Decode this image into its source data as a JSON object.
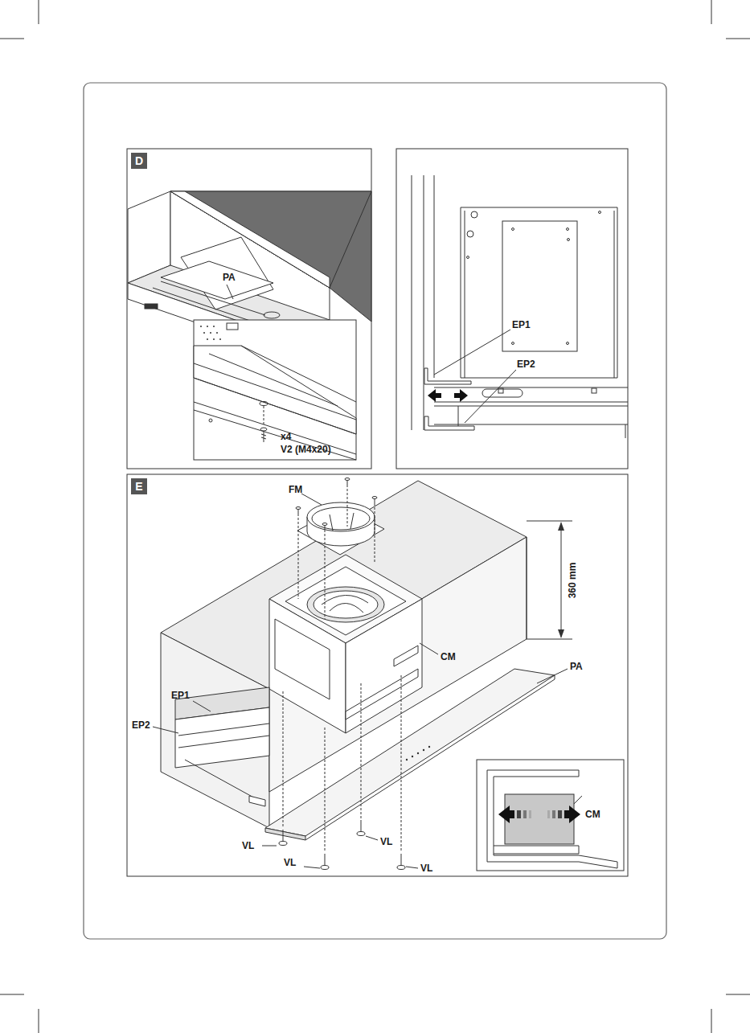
{
  "diagram": {
    "labels": [
      "D",
      "PA",
      "x4",
      "V2 (M4x20)",
      "EP1",
      "EP2",
      "E",
      "FM",
      "360 mm",
      "CM",
      "PA",
      "EP1",
      "EP2",
      "VL",
      "VL",
      "VL",
      "VL",
      "CM"
    ]
  }
}
